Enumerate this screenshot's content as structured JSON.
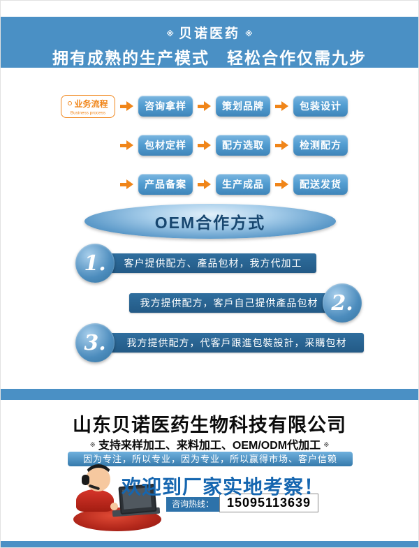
{
  "colors": {
    "primary_blue": "#4a90c5",
    "accent_orange": "#f08519",
    "dark_bar_blue": "#265f91",
    "welcome_blue": "#1566b0",
    "mascot_red": "#c0241c"
  },
  "header": {
    "decor": "※",
    "company": "贝诺医药",
    "subtitle": "拥有成熟的生产模式　轻松合作仅需九步"
  },
  "process": {
    "badge_title": "业务流程",
    "badge_subtitle": "Business process",
    "rows": [
      {
        "steps": [
          "咨询拿样",
          "策划品牌",
          "包装设计"
        ]
      },
      {
        "steps": [
          "包材定样",
          "配方选取",
          "检测配方"
        ]
      },
      {
        "steps": [
          "产品备案",
          "生产成品",
          "配送发货"
        ]
      }
    ]
  },
  "oem": {
    "title": "OEM合作方式",
    "items": [
      {
        "number": "1.",
        "text": "客户提供配方、產品包材，我方代加工"
      },
      {
        "number": "2.",
        "text": "我方提供配方，客戶自己提供產品包材"
      },
      {
        "number": "3.",
        "text": "我方提供配方，代客戶跟進包裝設計，采購包材"
      }
    ]
  },
  "footer": {
    "company": "山东贝诺医药生物科技有限公司",
    "services_mark": "※",
    "services": "支持来样加工、来料加工、OEM/ODM代加工",
    "slogan": "因为专注，所以专业，因为专业，所以赢得市场、客户信赖",
    "welcome": "欢迎到厂家实地考察！",
    "hotline_label": "咨询热线：",
    "hotline_number": "15095113639"
  }
}
